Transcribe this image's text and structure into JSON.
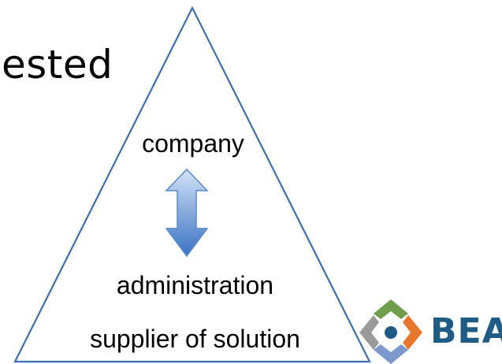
{
  "slide": {
    "title_fragment": "ested"
  },
  "triangle": {
    "top_label": "company",
    "middle_label": "administration",
    "bottom_label": "supplier of solution",
    "edge_color": "#3e6fad"
  },
  "arrow": {
    "icon": "double-headed-vertical-arrow",
    "fill_top": "#c9dcf4",
    "fill_bottom": "#3a72c4"
  },
  "logo": {
    "text": "BEA",
    "text_color": "#1f5c85",
    "colors": {
      "top": "#6f9e4d",
      "left": "#9a9a9a",
      "right": "#e8772e",
      "bottom": "#7c98cd",
      "center": "#1f5c85"
    }
  }
}
